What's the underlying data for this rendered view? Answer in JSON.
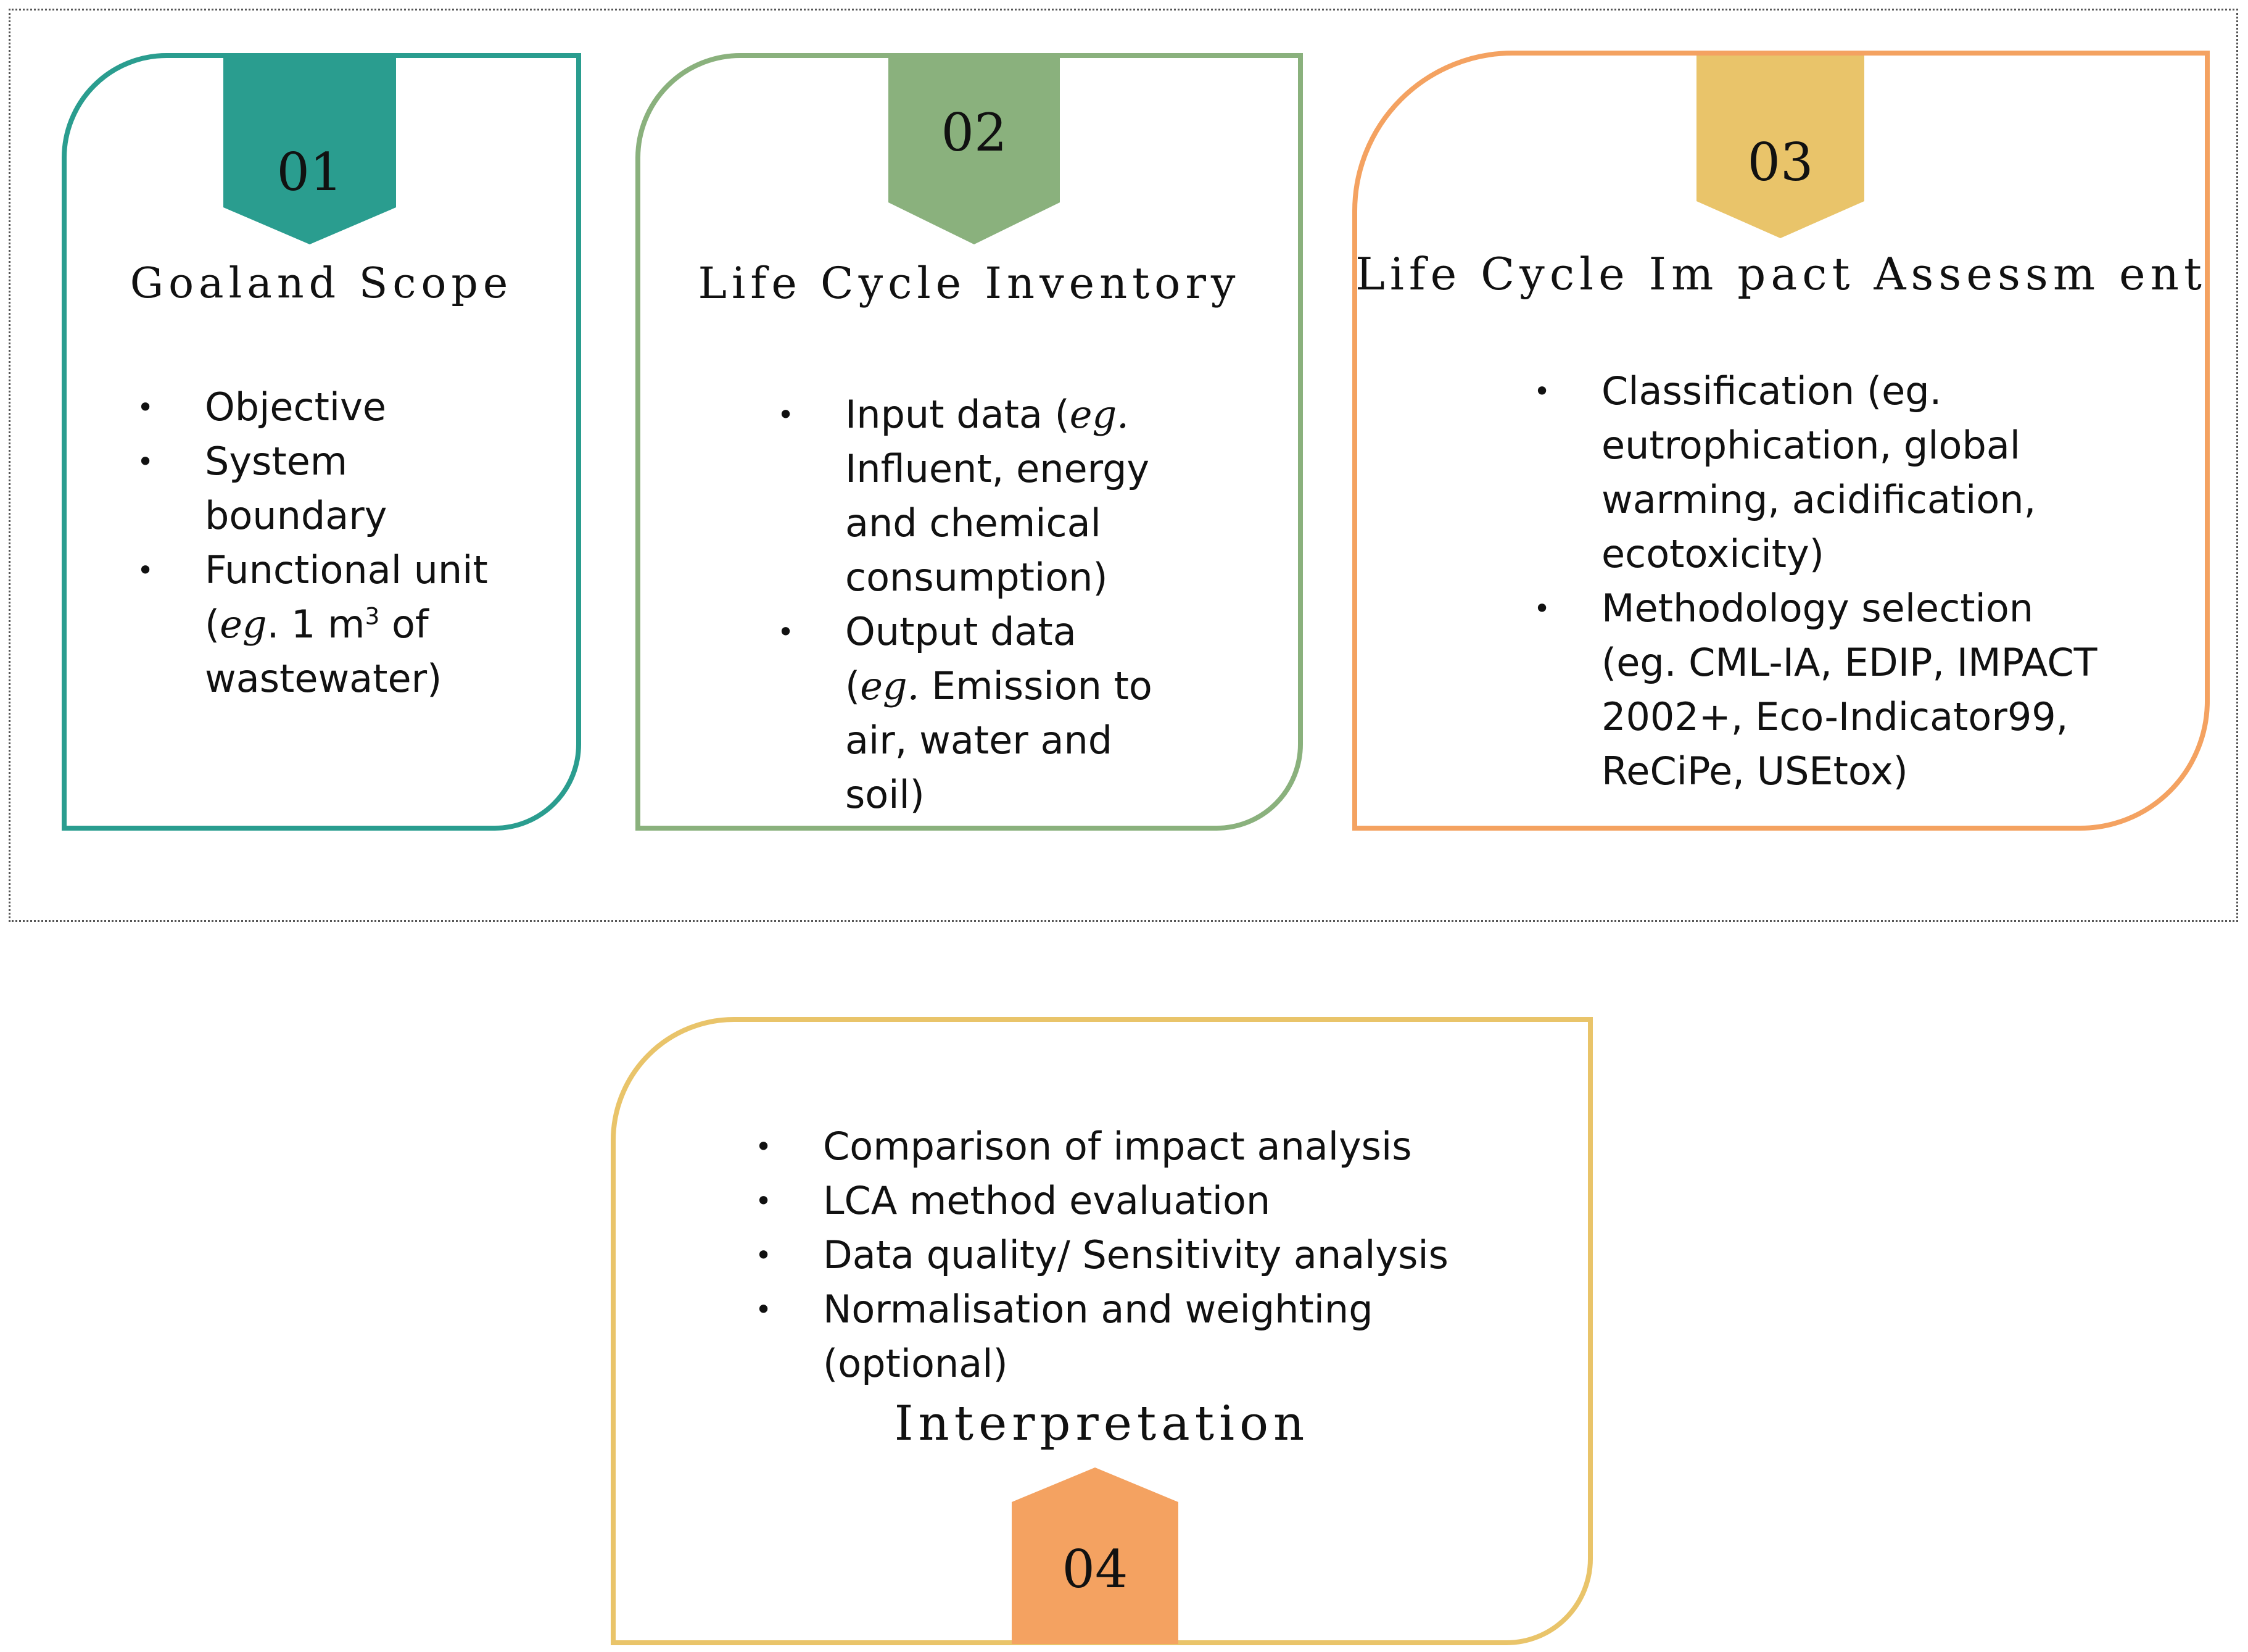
{
  "colors": {
    "goal_scope": "#2a9d8f",
    "inventory": "#8ab17d",
    "impact": "#f4a261",
    "impact_tag": "#e9c46a",
    "interpretation": "#e9c46a",
    "interpretation_tag": "#f4a261"
  },
  "stages": [
    {
      "number": "01",
      "title": "Goaland Scope",
      "items": [
        "Objective",
        "System boundary",
        "Functional unit"
      ],
      "unit_example": {
        "prefix": "(",
        "eg": "eg",
        "mid": ". 1 m",
        "sup": "3",
        "suffix": " of wastewater)"
      }
    },
    {
      "number": "02",
      "title": "Life Cycle Inventory",
      "items": [
        {
          "label": "Input data (",
          "eg": "eg.",
          "rest": "Influent, energy and chemical consumption)"
        },
        {
          "label": "Output data (",
          "eg": "eg.",
          "rest": "Emission to air, water and soil)"
        }
      ]
    },
    {
      "number": "03",
      "title": "Life Cycle Im pact Assessm ent",
      "items": [
        "Classification (eg. eutrophication, global warming, acidification, ecotoxicity)",
        "Methodology selection (eg. CML-IA, EDIP, IMPACT 2002+, Eco-Indicator99, ReCiPe, USEtox)"
      ]
    },
    {
      "number": "04",
      "title": "Interpretation",
      "items": [
        "Comparison of impact analysis",
        "LCA method evaluation",
        "Data quality/ Sensitivity analysis",
        "Normalisation and weighting (optional)"
      ]
    }
  ]
}
